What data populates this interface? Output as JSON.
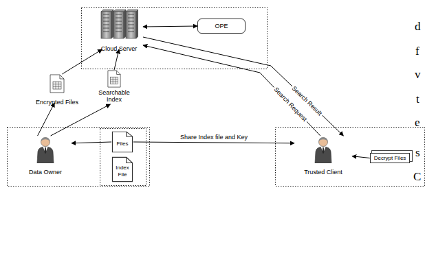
{
  "diagram": {
    "nodes": [
      {
        "text": [
          "Cloud Server"
        ]
      },
      {
        "text": [
          "OPE"
        ]
      },
      {
        "text": [
          "Encrypted Files"
        ]
      },
      {
        "text": [
          "Searchable Index"
        ]
      },
      {
        "text": [
          "Data Owner"
        ]
      },
      {
        "text": [
          "Files"
        ]
      },
      {
        "text": [
          "Index File"
        ]
      },
      {
        "text": [
          "Trusted Client"
        ]
      },
      {
        "text": [
          "Decrypt Files"
        ]
      }
    ],
    "edges": [
      {
        "from": 0,
        "to": 1,
        "arrow": "both"
      },
      {
        "from": 2,
        "to": 0,
        "arrow": "to"
      },
      {
        "from": 3,
        "to": 0,
        "arrow": "to"
      },
      {
        "from": 4,
        "to": 2,
        "arrow": "to"
      },
      {
        "from": 4,
        "to": 3,
        "arrow": "to"
      },
      {
        "from": 5,
        "to": 4,
        "arrow": "to"
      },
      {
        "from": 5,
        "to": 7,
        "label": "Share Index file and Key",
        "arrow": "to"
      },
      {
        "from": 7,
        "to": 0,
        "label": "Search Request",
        "arrow": "to"
      },
      {
        "from": 0,
        "to": 7,
        "label": "Search Result",
        "arrow": "to"
      },
      {
        "from": 8,
        "to": 7,
        "arrow": "to"
      }
    ],
    "labels": [
      "d",
      "f",
      "v",
      "t",
      "e",
      "s",
      "C"
    ]
  }
}
